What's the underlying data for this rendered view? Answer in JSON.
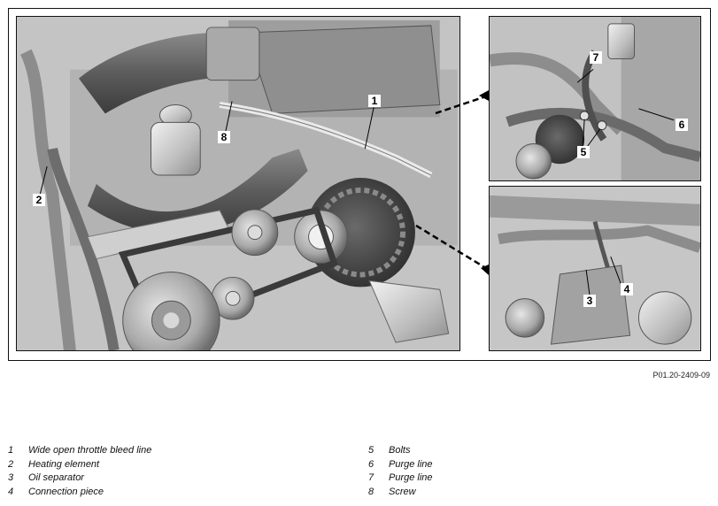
{
  "figure_code": "P01.20-2409-09",
  "callouts": {
    "c1": "1",
    "c2": "2",
    "c3": "3",
    "c4": "4",
    "c5": "5",
    "c6": "6",
    "c7": "7",
    "c8": "8"
  },
  "legend": [
    {
      "num": "1",
      "label": "Wide open throttle bleed line"
    },
    {
      "num": "2",
      "label": "Heating element"
    },
    {
      "num": "3",
      "label": "Oil separator"
    },
    {
      "num": "4",
      "label": "Connection piece"
    },
    {
      "num": "5",
      "label": "Bolts"
    },
    {
      "num": "6",
      "label": "Purge line"
    },
    {
      "num": "7",
      "label": "Purge line"
    },
    {
      "num": "8",
      "label": "Screw"
    }
  ]
}
